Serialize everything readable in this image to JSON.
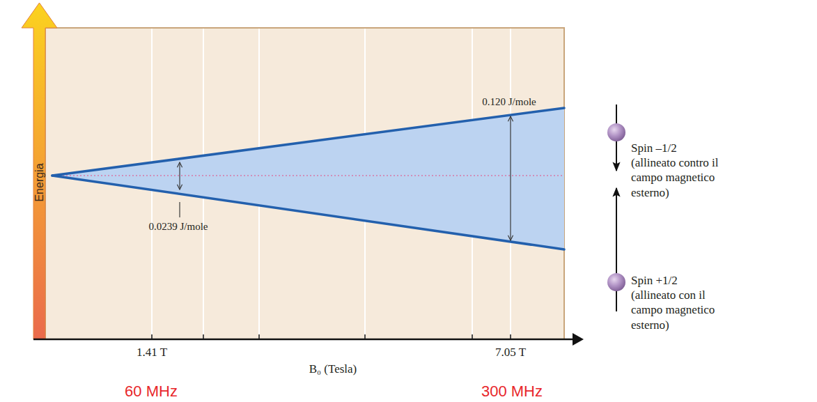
{
  "diagram": {
    "labels": [
      "Energia",
      "0.120 J/mole",
      "0.0239 J/mole",
      "1.41 T",
      "7.05 T",
      "B₀ (Tesla)",
      "60 MHz",
      "300 MHz",
      "Spin –1/2",
      "(allineato contro il campo magnetico esterno)",
      "Spin +1/2",
      "(allineato con il campo magnetico esterno)"
    ]
  }
}
